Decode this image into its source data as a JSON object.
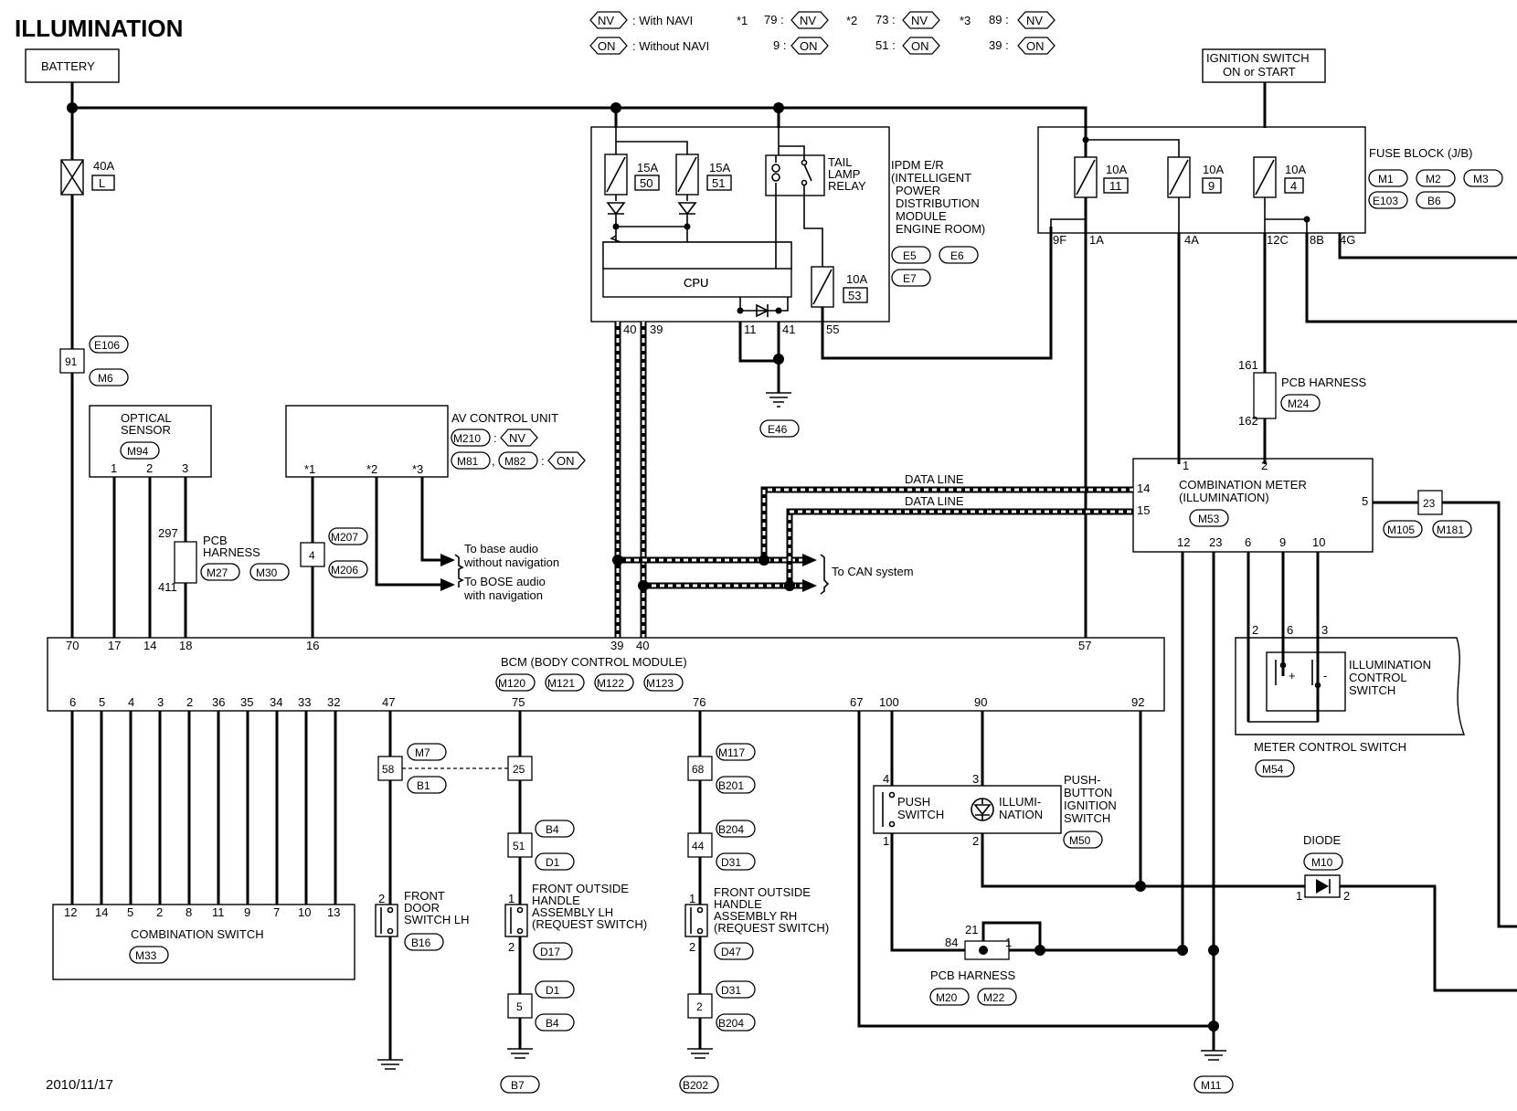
{
  "title": "ILLUMINATION",
  "date": "2010/11/17",
  "legend": {
    "nv": "NV",
    "on": "ON",
    "with_navi": ": With NAVI",
    "without_navi": ": Without NAVI",
    "n1_mark": "*1",
    "n1_nv": "79 :",
    "n1_on": "9 :",
    "n2_mark": "*2",
    "n2_nv": "73 :",
    "n2_on": "51 :",
    "n3_mark": "*3",
    "n3_nv": "89 :",
    "n3_on": "39 :"
  },
  "battery": "BATTERY",
  "ignition": {
    "line1": "IGNITION SWITCH",
    "line2": "ON or START"
  },
  "fuse40": {
    "amp": "40A",
    "id": "L"
  },
  "ipdm": {
    "fuses": [
      {
        "amp": "15A",
        "num": "50"
      },
      {
        "amp": "15A",
        "num": "51"
      },
      {
        "amp": "10A",
        "num": "53"
      }
    ],
    "relay": [
      "TAIL",
      "LAMP",
      "RELAY"
    ],
    "cpu": "CPU",
    "name": [
      "IPDM E/R",
      "(INTELLIGENT",
      "POWER",
      "DISTRIBUTION",
      "MODULE",
      "ENGINE ROOM)"
    ],
    "connectors": [
      "E5",
      "E6",
      "E7"
    ],
    "pins": [
      "40",
      "39",
      "11",
      "41",
      "55"
    ],
    "ground": "E46"
  },
  "fuse_block": {
    "name": "FUSE BLOCK (J/B)",
    "connectors": [
      "M1",
      "M2",
      "M3",
      "E103",
      "B6"
    ],
    "fuses": [
      {
        "amp": "10A",
        "num": "11"
      },
      {
        "amp": "10A",
        "num": "9"
      },
      {
        "amp": "10A",
        "num": "4"
      }
    ],
    "pins": [
      "9F",
      "1A",
      "4A",
      "12C",
      "8B",
      "4G"
    ]
  },
  "joint_91": {
    "num": "91",
    "c1": "E106",
    "c2": "M6"
  },
  "optical": {
    "name": [
      "OPTICAL",
      "SENSOR"
    ],
    "conn": "M94",
    "pins": [
      "1",
      "2",
      "3"
    ]
  },
  "pcb_m27": {
    "top": "297",
    "bottom": "411",
    "name": [
      "PCB",
      "HARNESS"
    ],
    "c1": "M27",
    "c2": "M30"
  },
  "av": {
    "name": "AV CONTROL UNIT",
    "c1": "M210",
    "c1b": "NV",
    "c2": "M81",
    "c3": "M82",
    "c3b": "ON",
    "pins": [
      "*1",
      "*2",
      "*3"
    ]
  },
  "joint_4": {
    "num": "4",
    "c1": "M207",
    "c2": "M206"
  },
  "audio": {
    "a1": "To base audio",
    "a2": "without navigation",
    "b1": "To BOSE audio",
    "b2": "with navigation"
  },
  "can": {
    "label": "To CAN system",
    "data_line": "DATA LINE"
  },
  "pcb_m24": {
    "top": "161",
    "bottom": "162",
    "name": "PCB HARNESS",
    "conn": "M24"
  },
  "meter": {
    "name": [
      "COMBINATION METER",
      "(ILLUMINATION)"
    ],
    "conn": "M53",
    "pins_top": [
      "1",
      "2"
    ],
    "pins_left": [
      "14",
      "15"
    ],
    "pin_right": "5",
    "pins_bottom": [
      "12",
      "23",
      "6",
      "9",
      "10"
    ]
  },
  "joint_23": {
    "num": "23",
    "c1": "M105",
    "c2": "M181"
  },
  "bcm": {
    "name": "BCM (BODY CONTROL MODULE)",
    "connectors": [
      "M120",
      "M121",
      "M122",
      "M123"
    ],
    "pins_top": [
      "70",
      "17",
      "14",
      "18",
      "16",
      "39",
      "40",
      "57"
    ],
    "pins_bottom": [
      "6",
      "5",
      "4",
      "3",
      "2",
      "36",
      "35",
      "34",
      "33",
      "32",
      "47",
      "75",
      "76",
      "67",
      "100",
      "90",
      "92"
    ]
  },
  "illum_switch": {
    "name": [
      "ILLUMINATION",
      "CONTROL",
      "SWITCH"
    ],
    "pins": [
      "2",
      "6",
      "3"
    ],
    "plus": "+",
    "minus": "-"
  },
  "meter_ctrl": {
    "name": "METER CONTROL SWITCH",
    "conn": "M54"
  },
  "combo_switch": {
    "name": "COMBINATION SWITCH",
    "conn": "M33",
    "pins": [
      "12",
      "14",
      "5",
      "2",
      "8",
      "11",
      "9",
      "7",
      "10",
      "13"
    ]
  },
  "j58": {
    "num": "58",
    "c1": "M7",
    "c2": "B1"
  },
  "j25": {
    "num": "25"
  },
  "front_door": {
    "name": [
      "FRONT",
      "DOOR",
      "SWITCH LH"
    ],
    "conn": "B16",
    "pin": "2"
  },
  "lh": {
    "j1": "51",
    "j1c1": "B4",
    "j1c2": "D1",
    "name": [
      "FRONT OUTSIDE",
      "HANDLE",
      "ASSEMBLY LH",
      "(REQUEST SWITCH)"
    ],
    "conn": "D17",
    "p1": "1",
    "p2": "2",
    "j2": "5",
    "j2c1": "D1",
    "j2c2": "B4",
    "gnd": "B7"
  },
  "rh": {
    "j0": "68",
    "j0c1": "M117",
    "j0c2": "B201",
    "j1": "44",
    "j1c1": "B204",
    "j1c2": "D31",
    "name": [
      "FRONT OUTSIDE",
      "HANDLE",
      "ASSEMBLY RH",
      "(REQUEST SWITCH)"
    ],
    "conn": "D47",
    "p1": "1",
    "p2": "2",
    "j2": "2",
    "j2c1": "D31",
    "j2c2": "B204",
    "gnd": "B202"
  },
  "push": {
    "sw": [
      "PUSH",
      "SWITCH"
    ],
    "il": [
      "ILLUMI-",
      "NATION"
    ],
    "name": [
      "PUSH-",
      "BUTTON",
      "IGNITION",
      "SWITCH"
    ],
    "conn": "M50",
    "pins": [
      "4",
      "3",
      "1",
      "2"
    ]
  },
  "diode": {
    "name": "DIODE",
    "conn": "M10",
    "p1": "1",
    "p2": "2"
  },
  "pcb_m20": {
    "name": "PCB HARNESS",
    "c1": "M20",
    "c2": "M22",
    "pins": [
      "84",
      "21",
      "1"
    ]
  },
  "gnd_m11": "M11"
}
